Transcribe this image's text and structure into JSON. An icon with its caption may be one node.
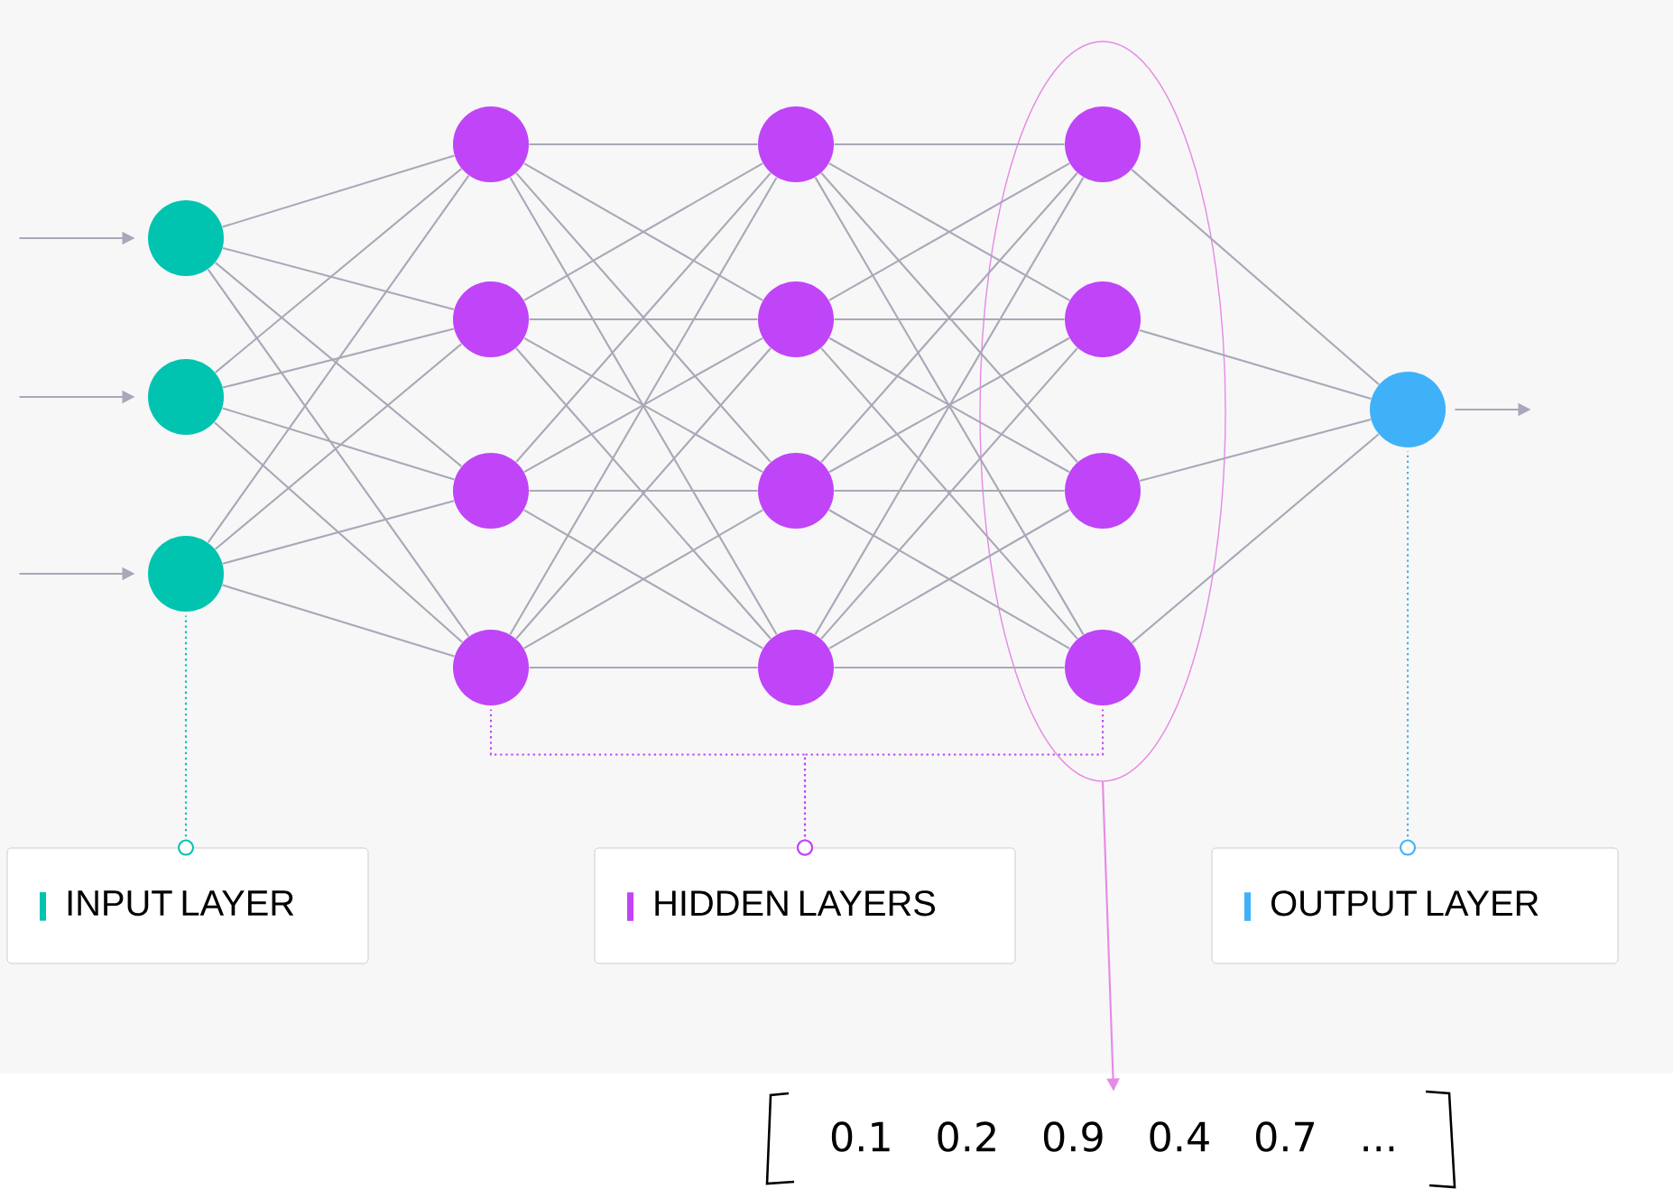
{
  "diagram": {
    "nodes": [
      {
        "text": [],
        "shape": "circle"
      },
      {
        "text": [],
        "shape": "circle"
      },
      {
        "text": [],
        "shape": "circle"
      },
      {
        "text": [],
        "shape": "circle"
      },
      {
        "text": [],
        "shape": "circle"
      },
      {
        "text": [],
        "shape": "circle"
      },
      {
        "text": [],
        "shape": "circle"
      },
      {
        "text": [],
        "shape": "circle"
      },
      {
        "text": [],
        "shape": "circle"
      },
      {
        "text": [],
        "shape": "circle"
      },
      {
        "text": [],
        "shape": "circle"
      },
      {
        "text": [],
        "shape": "ellipse"
      },
      {
        "text": [],
        "shape": "circle",
        "in": 11
      },
      {
        "text": [],
        "shape": "circle",
        "in": 11
      },
      {
        "text": [],
        "shape": "circle",
        "in": 11
      },
      {
        "text": [],
        "shape": "circle",
        "in": 11
      },
      {
        "text": [],
        "shape": "circle"
      },
      {
        "text": [
          "INPUT LAYER"
        ]
      },
      {
        "text": [
          "HIDDEN LAYERS"
        ]
      },
      {
        "text": [
          "OUTPUT LAYER"
        ]
      },
      {
        "text": [
          "0.1 0.2 0.9 0.4 0.7 ..."
        ]
      }
    ],
    "edges": [
      {
        "from": null,
        "to": 0,
        "arrow": "to"
      },
      {
        "from": null,
        "to": 1,
        "arrow": "to"
      },
      {
        "from": null,
        "to": 2,
        "arrow": "to"
      },
      {
        "from": 0,
        "to": 3,
        "arrow": "none"
      },
      {
        "from": 0,
        "to": 4,
        "arrow": "none"
      },
      {
        "from": 0,
        "to": 5,
        "arrow": "none"
      },
      {
        "from": 0,
        "to": 6,
        "arrow": "none"
      },
      {
        "from": 1,
        "to": 3,
        "arrow": "none"
      },
      {
        "from": 1,
        "to": 4,
        "arrow": "none"
      },
      {
        "from": 1,
        "to": 5,
        "arrow": "none"
      },
      {
        "from": 1,
        "to": 6,
        "arrow": "none"
      },
      {
        "from": 2,
        "to": 3,
        "arrow": "none"
      },
      {
        "from": 2,
        "to": 4,
        "arrow": "none"
      },
      {
        "from": 2,
        "to": 5,
        "arrow": "none"
      },
      {
        "from": 2,
        "to": 6,
        "arrow": "none"
      },
      {
        "from": 3,
        "to": 7,
        "arrow": "none"
      },
      {
        "from": 3,
        "to": 8,
        "arrow": "none"
      },
      {
        "from": 3,
        "to": 9,
        "arrow": "none"
      },
      {
        "from": 3,
        "to": 10,
        "arrow": "none"
      },
      {
        "from": 4,
        "to": 7,
        "arrow": "none"
      },
      {
        "from": 4,
        "to": 8,
        "arrow": "none"
      },
      {
        "from": 4,
        "to": 9,
        "arrow": "none"
      },
      {
        "from": 4,
        "to": 10,
        "arrow": "none"
      },
      {
        "from": 5,
        "to": 7,
        "arrow": "none"
      },
      {
        "from": 5,
        "to": 8,
        "arrow": "none"
      },
      {
        "from": 5,
        "to": 9,
        "arrow": "none"
      },
      {
        "from": 5,
        "to": 10,
        "arrow": "none"
      },
      {
        "from": 6,
        "to": 7,
        "arrow": "none"
      },
      {
        "from": 6,
        "to": 8,
        "arrow": "none"
      },
      {
        "from": 6,
        "to": 9,
        "arrow": "none"
      },
      {
        "from": 6,
        "to": 10,
        "arrow": "none"
      },
      {
        "from": 7,
        "to": 12,
        "arrow": "none"
      },
      {
        "from": 7,
        "to": 13,
        "arrow": "none"
      },
      {
        "from": 7,
        "to": 14,
        "arrow": "none"
      },
      {
        "from": 7,
        "to": 15,
        "arrow": "none"
      },
      {
        "from": 8,
        "to": 12,
        "arrow": "none"
      },
      {
        "from": 8,
        "to": 13,
        "arrow": "none"
      },
      {
        "from": 8,
        "to": 14,
        "arrow": "none"
      },
      {
        "from": 8,
        "to": 15,
        "arrow": "none"
      },
      {
        "from": 9,
        "to": 12,
        "arrow": "none"
      },
      {
        "from": 9,
        "to": 13,
        "arrow": "none"
      },
      {
        "from": 9,
        "to": 14,
        "arrow": "none"
      },
      {
        "from": 9,
        "to": 15,
        "arrow": "none"
      },
      {
        "from": 10,
        "to": 12,
        "arrow": "none"
      },
      {
        "from": 10,
        "to": 13,
        "arrow": "none"
      },
      {
        "from": 10,
        "to": 14,
        "arrow": "none"
      },
      {
        "from": 10,
        "to": 15,
        "arrow": "none"
      },
      {
        "from": 12,
        "to": 16,
        "arrow": "none"
      },
      {
        "from": 13,
        "to": 16,
        "arrow": "none"
      },
      {
        "from": 14,
        "to": 16,
        "arrow": "none"
      },
      {
        "from": 15,
        "to": 16,
        "arrow": "none"
      },
      {
        "from": 16,
        "to": null,
        "arrow": "to"
      },
      {
        "from": 17,
        "to": 2,
        "arrow": "other",
        "style": "dashed",
        "color": "#00c4b0"
      },
      {
        "from": 18,
        "to": 6,
        "arrow": "other",
        "style": "dashed",
        "color": "#c044f8"
      },
      {
        "from": 18,
        "to": 15,
        "arrow": "other",
        "style": "dashed",
        "color": "#c044f8"
      },
      {
        "from": 19,
        "to": 16,
        "arrow": "other",
        "style": "dashed",
        "color": "#3fb1f8"
      },
      {
        "from": 11,
        "to": 20,
        "arrow": "to",
        "color": "#e58ae5"
      }
    ]
  }
}
